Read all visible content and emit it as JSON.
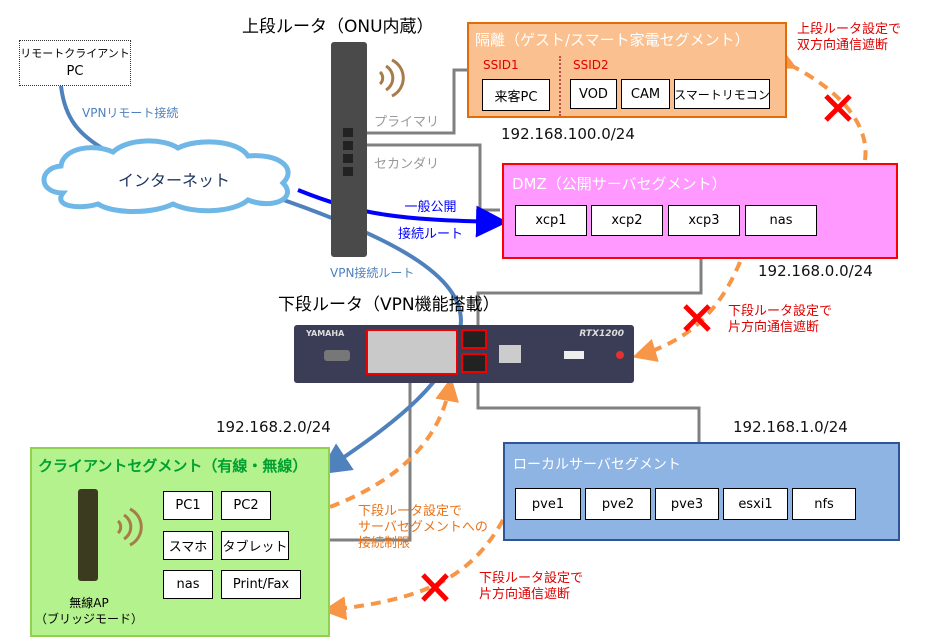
{
  "remote_client": {
    "line1": "リモートクライアント",
    "line2": "PC"
  },
  "vpn_remote_label": "VPNリモート接続",
  "internet_label": "インターネット",
  "upper_router": {
    "title": "上段ルータ（ONU内蔵）",
    "primary": "プライマリ",
    "secondary": "セカンダリ"
  },
  "public_route": {
    "line1": "一般公開",
    "line2": "接続ルート"
  },
  "vpn_route_label": "VPN接続ルート",
  "lower_router": {
    "title": "下段ルータ（VPN機能搭載）",
    "brand": "YAMAHA",
    "model": "RTX1200"
  },
  "isolated_segment": {
    "title": "隔離（ゲスト/スマート家電セグメント）",
    "ssid1": "SSID1",
    "ssid2": "SSID2",
    "ssid1_nodes": [
      "来客PC"
    ],
    "ssid2_nodes": [
      "VOD",
      "CAM",
      "スマートリモコン"
    ],
    "network": "192.168.100.0/24",
    "note": [
      "上段ルータ設定で",
      "双方向通信遮断"
    ]
  },
  "dmz_segment": {
    "title": "DMZ（公開サーバセグメント）",
    "nodes": [
      "xcp1",
      "xcp2",
      "xcp3",
      "nas"
    ],
    "network": "192.168.0.0/24",
    "note": [
      "下段ルータ設定で",
      "片方向通信遮断"
    ]
  },
  "client_segment": {
    "title": "クライアントセグメント（有線・無線）",
    "nodes": [
      "PC1",
      "PC2",
      "スマホ",
      "タブレット",
      "nas",
      "Print/Fax"
    ],
    "ap_label": [
      "無線AP",
      "（ブリッジモード）"
    ],
    "network": "192.168.2.0/24",
    "note": [
      "下段ルータ設定で",
      "サーバセグメントへの",
      "接続制限"
    ]
  },
  "local_server_segment": {
    "title": "ローカルサーバセグメント",
    "nodes": [
      "pve1",
      "pve2",
      "pve3",
      "esxi1",
      "nfs"
    ],
    "network": "192.168.1.0/24",
    "note": [
      "下段ルータ設定で",
      "片方向通信遮断"
    ]
  },
  "colors": {
    "isolated_fill": "#fac08f",
    "isolated_border": "#e36c09",
    "dmz_fill": "#ff99ff",
    "dmz_border": "#ff0000",
    "client_fill": "#b3f28c",
    "client_border": "#92d050",
    "local_fill": "#8eb4e3",
    "local_border": "#2f5597",
    "vpn_line": "#4f81bd",
    "public_line": "#0000ff",
    "deny": "#ff0000",
    "dashed": "#f79646",
    "wire": "#808080"
  }
}
